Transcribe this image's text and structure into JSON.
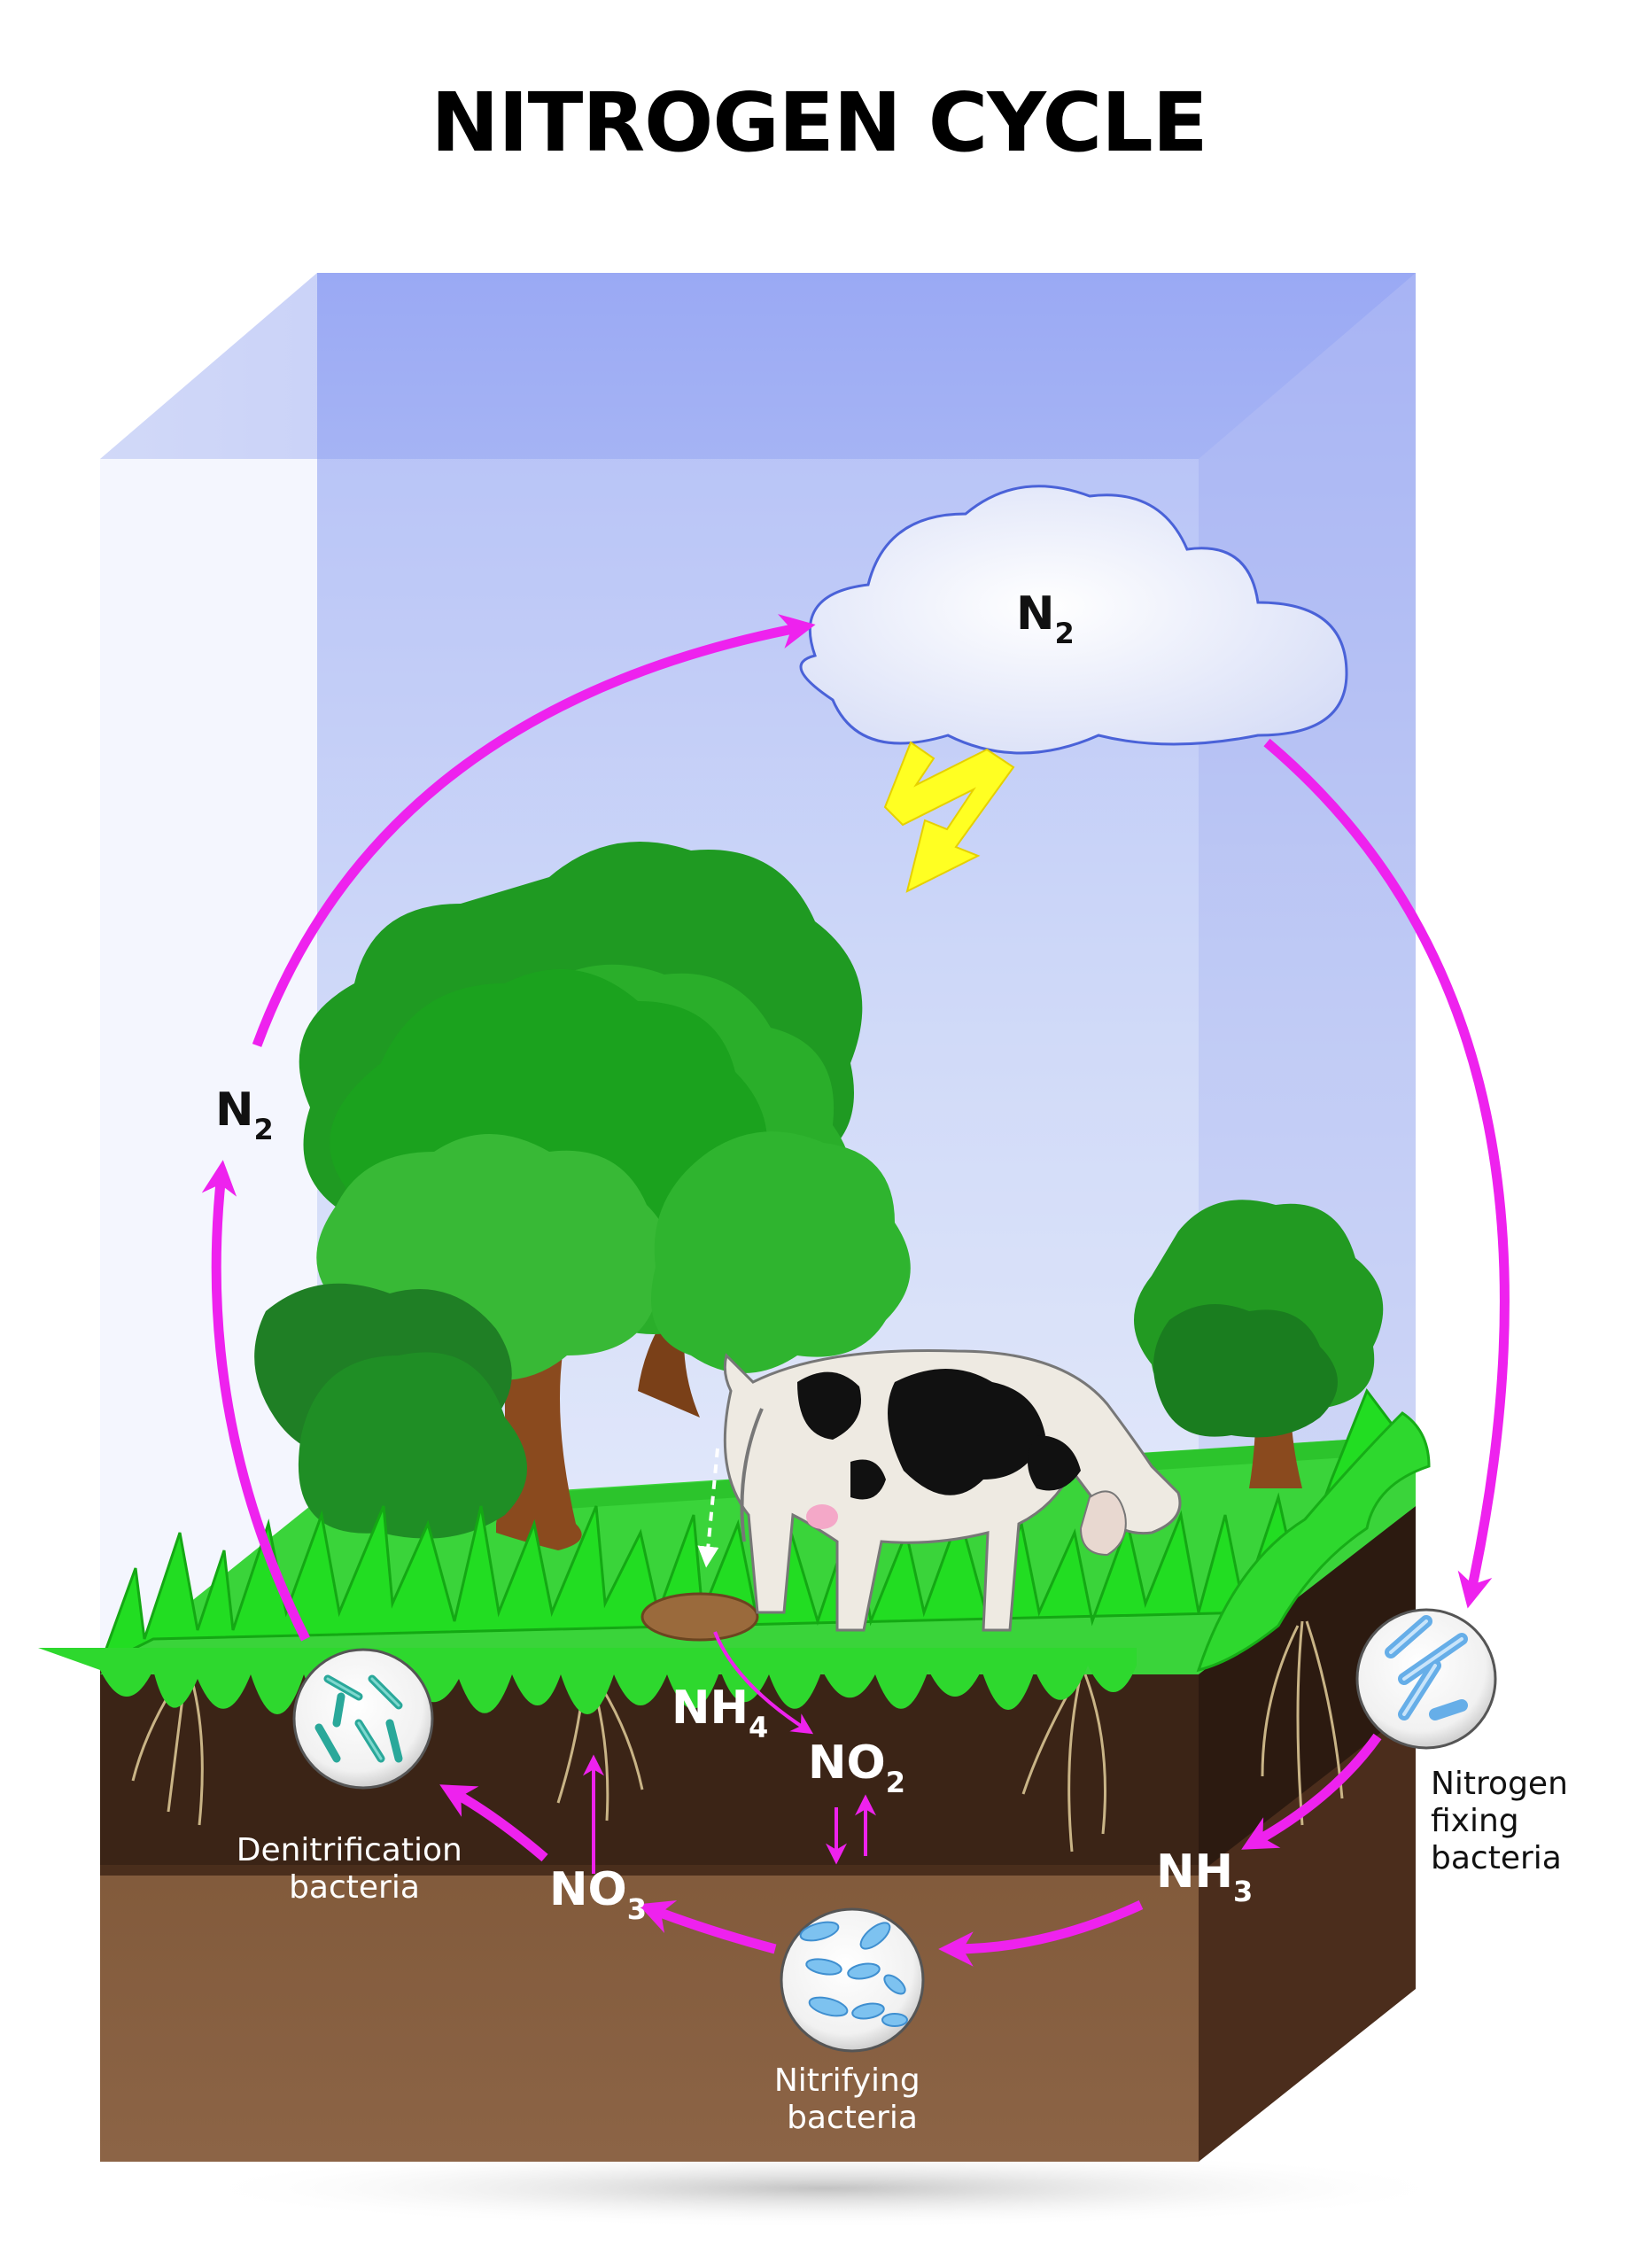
{
  "title": "NITROGEN CYCLE",
  "colors": {
    "arrow": "#ee22ee",
    "grass": "#22dd22",
    "soil_top": "#3a2415",
    "soil_bottom": "#7a5234",
    "sky_top": "#9aaaf6",
    "lightning": "#ffff22"
  },
  "labels": {
    "cloud_n2": {
      "main": "N",
      "sub": "2"
    },
    "left_n2": {
      "main": "N",
      "sub": "2"
    },
    "nh4": {
      "main": "NH",
      "sub": "4"
    },
    "no2": {
      "main": "NO",
      "sub": "2"
    },
    "no3": {
      "main": "NO",
      "sub": "3"
    },
    "nh3": {
      "main": "NH",
      "sub": "3"
    }
  },
  "bacteria": {
    "denitrification": [
      "Denitrification",
      "bacteria"
    ],
    "nitrifying": [
      "Nitrifying",
      "bacteria"
    ],
    "nitrogen_fixing": [
      "Nitrogen",
      "fixing",
      "bacteria"
    ]
  }
}
